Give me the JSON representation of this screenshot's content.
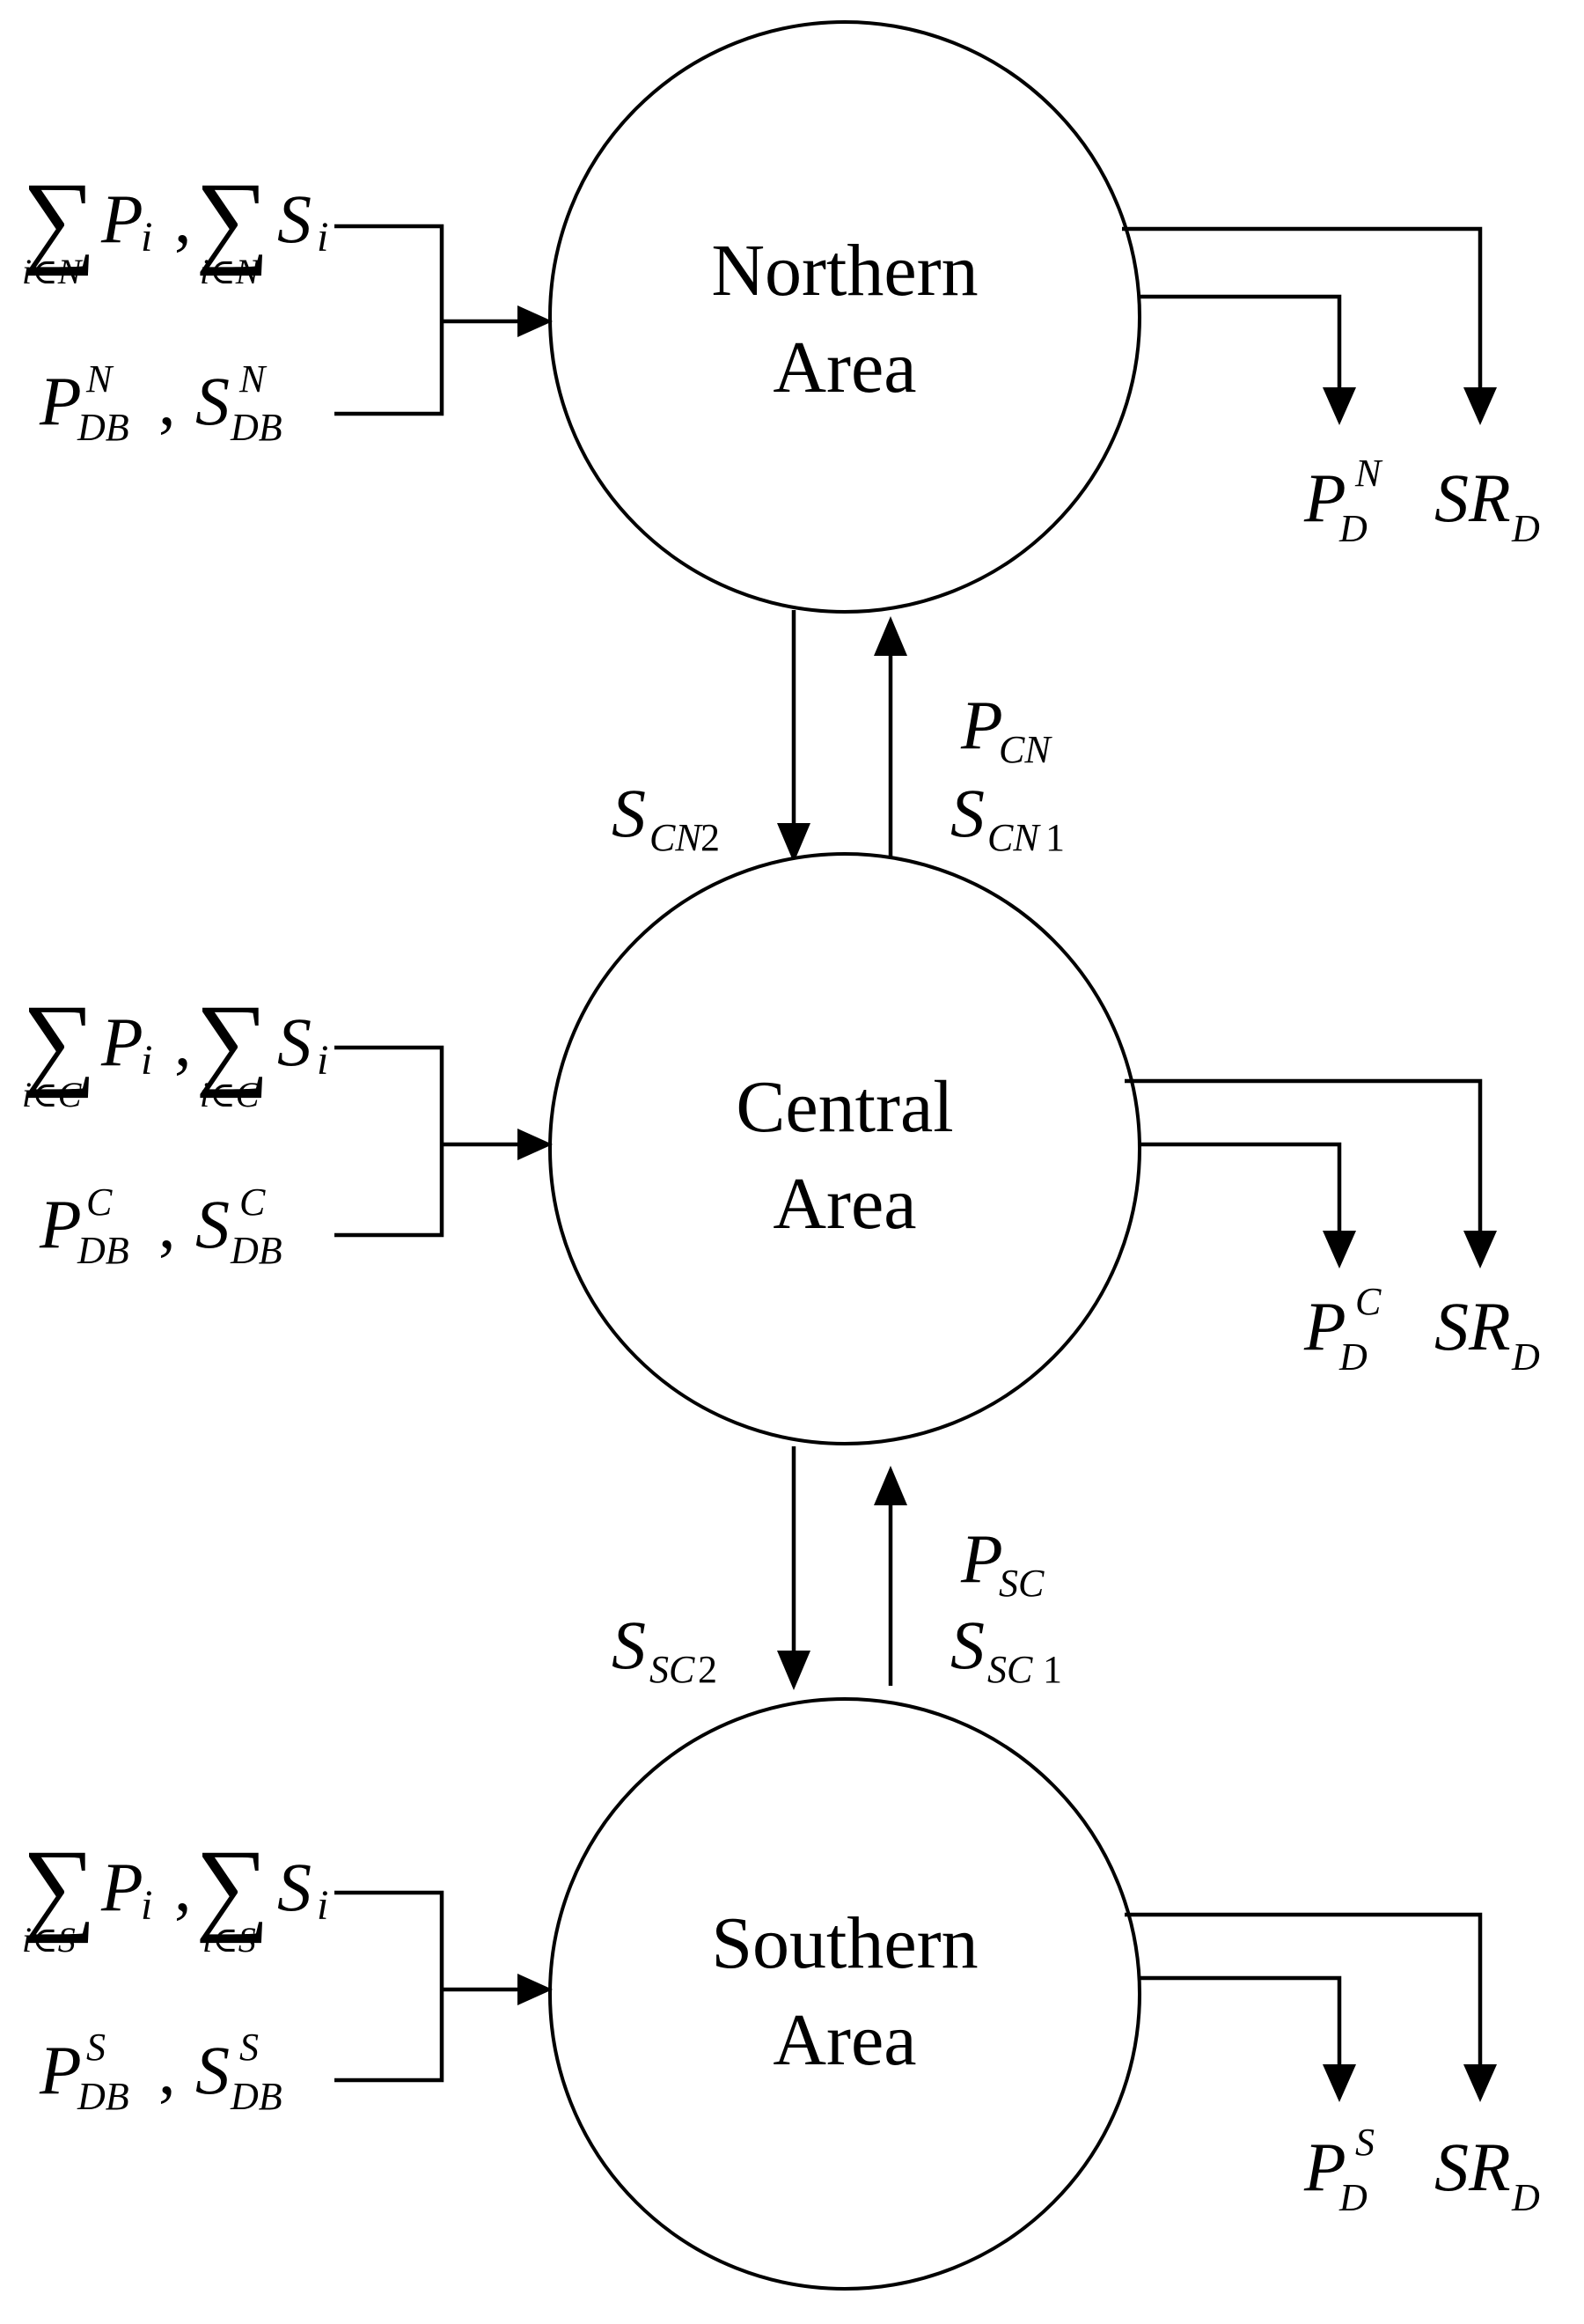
{
  "areas": [
    {
      "key": "N",
      "line1": "Northern",
      "line2": "Area"
    },
    {
      "key": "C",
      "line1": "Central",
      "line2": "Area"
    },
    {
      "key": "S",
      "line1": "Southern",
      "line2": "Area"
    }
  ],
  "symbols": {
    "sum": "∑",
    "P": "P",
    "S": "S",
    "i": "i",
    "comma": ",",
    "SR": "SR",
    "D": "D",
    "DB": "DB",
    "sub_N": "i∈N",
    "sub_C": "i∈C",
    "sub_S": "i∈S",
    "sup_N": "N",
    "sup_C": "C",
    "sup_S": "S"
  },
  "links": {
    "CN": {
      "P_sub": "CN",
      "S1_sub": "CN",
      "S1_num": "1",
      "S2_sub": "CN",
      "S2_num": "2"
    },
    "SC": {
      "P_sub": "SC",
      "S1_sub": "SC",
      "S1_num": "1",
      "S2_sub": "SC",
      "S2_num": "2"
    }
  }
}
